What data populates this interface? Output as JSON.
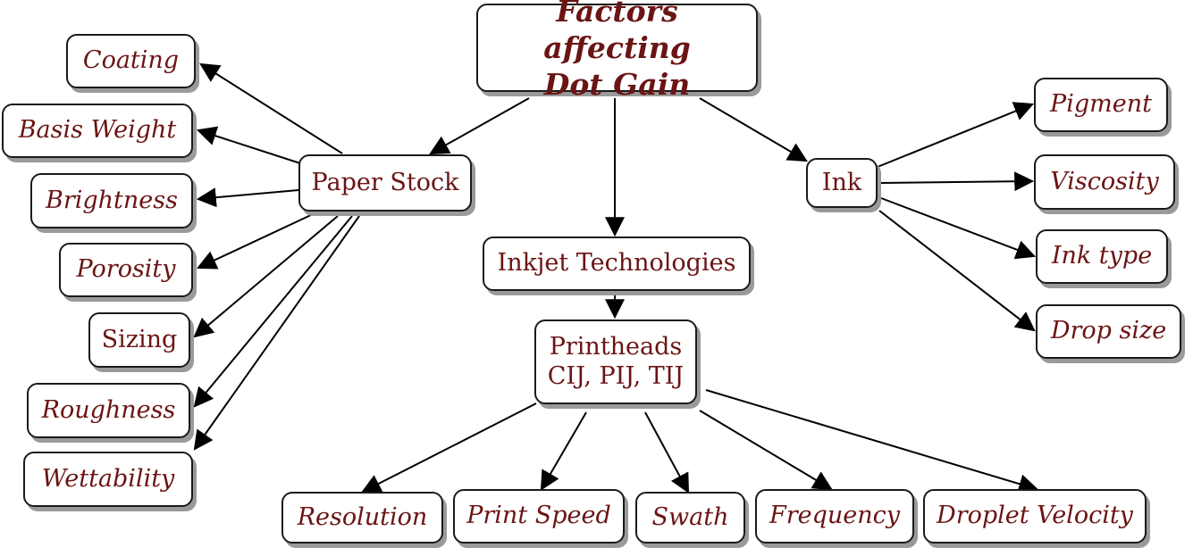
{
  "root": "Factors affecting\nDot Gain",
  "paper": {
    "label": "Paper Stock",
    "items": [
      "Coating",
      "Basis Weight",
      "Brightness",
      "Porosity",
      "Sizing",
      "Roughness",
      "Wettability"
    ]
  },
  "inkjet": {
    "label": "Inkjet Technologies",
    "printheads": "Printheads\nCIJ, PIJ, TIJ",
    "items": [
      "Resolution",
      "Print Speed",
      "Swath",
      "Frequency",
      "Droplet Velocity"
    ]
  },
  "ink": {
    "label": "Ink",
    "items": [
      "Pigment",
      "Viscosity",
      "Ink type",
      "Drop size"
    ]
  },
  "colors": {
    "text": "#6b1414",
    "border": "#1a1a1a",
    "shadow": "#9a9a9a"
  }
}
